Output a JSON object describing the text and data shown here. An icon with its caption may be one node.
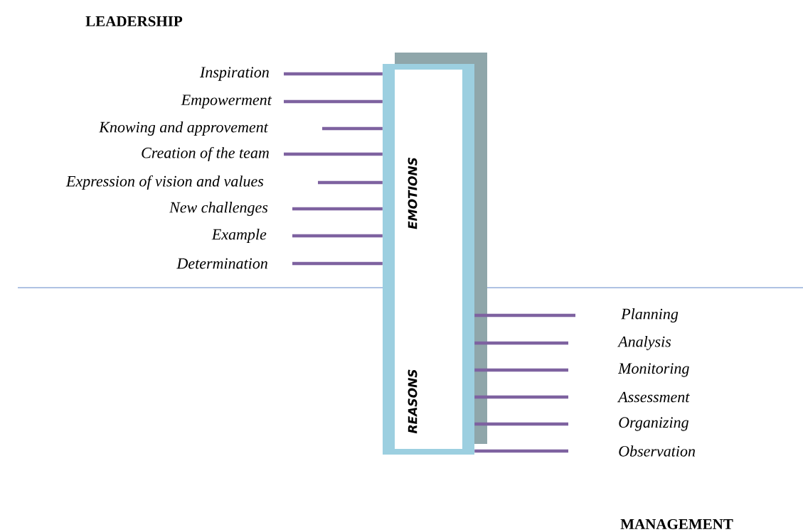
{
  "diagram": {
    "nodes": [
      {
        "text": [
          "EMOTIONS",
          "REASONS"
        ]
      },
      {
        "text": [
          "Inspiration"
        ]
      },
      {
        "text": [
          "Empowerment"
        ]
      },
      {
        "text": [
          "Knowing and approvement"
        ]
      },
      {
        "text": [
          "Creation of the team"
        ]
      },
      {
        "text": [
          "Expression of vision and values"
        ]
      },
      {
        "text": [
          "New challenges"
        ]
      },
      {
        "text": [
          "Example"
        ]
      },
      {
        "text": [
          "Determination"
        ]
      },
      {
        "text": [
          "Planning"
        ]
      },
      {
        "text": [
          "Analysis"
        ]
      },
      {
        "text": [
          "Monitoring"
        ]
      },
      {
        "text": [
          "Assessment"
        ]
      },
      {
        "text": [
          "Organizing"
        ]
      },
      {
        "text": [
          "Observation"
        ]
      }
    ],
    "edges": [
      {
        "from": 1,
        "to": 0,
        "arrow": "none"
      },
      {
        "from": 2,
        "to": 0,
        "arrow": "none"
      },
      {
        "from": 3,
        "to": 0,
        "arrow": "none"
      },
      {
        "from": 4,
        "to": 0,
        "arrow": "none"
      },
      {
        "from": 5,
        "to": 0,
        "arrow": "none"
      },
      {
        "from": 6,
        "to": 0,
        "arrow": "none"
      },
      {
        "from": 7,
        "to": 0,
        "arrow": "none"
      },
      {
        "from": 8,
        "to": 0,
        "arrow": "none"
      },
      {
        "from": 9,
        "to": 0,
        "arrow": "none"
      },
      {
        "from": 10,
        "to": 0,
        "arrow": "none"
      },
      {
        "from": 11,
        "to": 0,
        "arrow": "none"
      },
      {
        "from": 12,
        "to": 0,
        "arrow": "none"
      },
      {
        "from": 13,
        "to": 0,
        "arrow": "none"
      },
      {
        "from": 14,
        "to": 0,
        "arrow": "none"
      }
    ],
    "labels": [
      "LEADERSHIP",
      "MANAGEMENT"
    ]
  }
}
